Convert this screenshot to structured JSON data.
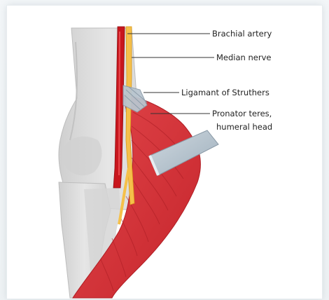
{
  "labels": {
    "brachial_artery": "Brachial artery",
    "median_nerve": "Median nerve",
    "ligament": "Ligamant of Struthers",
    "pronator_line1": "Pronator teres,",
    "pronator_line2": "humeral head"
  },
  "colors": {
    "bone": "#dcdcdc",
    "bone_shadow": "#c4c4c4",
    "artery": "#c8161d",
    "nerve": "#f5c04a",
    "muscle": "#d8353a",
    "muscle_dark": "#b21f27",
    "tendon": "#b9c5cf",
    "leader": "#333333"
  }
}
